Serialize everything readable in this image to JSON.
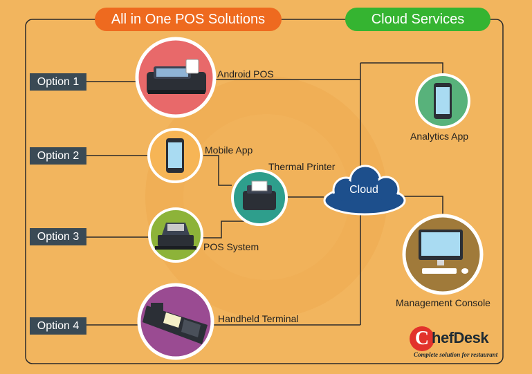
{
  "titles": {
    "pos": "All in One POS Solutions",
    "cloud": "Cloud Services"
  },
  "options": [
    "Option 1",
    "Option 2",
    "Option 3",
    "Option 4"
  ],
  "devices": {
    "android_pos": "Android POS",
    "mobile_app": "Mobile App",
    "thermal_printer": "Thermal Printer",
    "pos_system": "POS System",
    "handheld_terminal": "Handheld Terminal",
    "cloud": "Cloud",
    "analytics_app": "Analytics App",
    "management_console": "Management Console"
  },
  "logo": {
    "initial": "C",
    "word": "hefDesk",
    "tagline": "Complete solution for restaurant"
  },
  "colors": {
    "background": "#f2b55e",
    "title_pos": "#ee6a1f",
    "title_cloud": "#35b431",
    "option_box": "#3a4a55",
    "android_pos_circle": "#e8696a",
    "mobile_app_circle": "#f6b556",
    "printer_circle": "#2e9e8c",
    "pos_system_circle": "#8db339",
    "handheld_circle": "#9a4b92",
    "analytics_circle": "#58b27b",
    "console_circle": "#a07a3a",
    "cloud": "#1d4f8c"
  }
}
